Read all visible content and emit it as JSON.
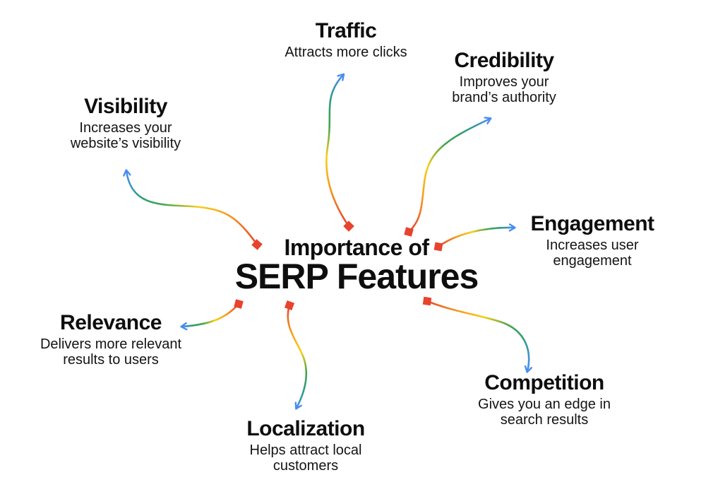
{
  "center": {
    "title_line1": "Importance of",
    "title_line2": "SERP Features"
  },
  "nodes": [
    {
      "id": "traffic",
      "title": "Traffic",
      "subtitle": "Attracts more clicks"
    },
    {
      "id": "credibility",
      "title": "Credibility",
      "subtitle": "Improves your\nbrand’s authority"
    },
    {
      "id": "visibility",
      "title": "Visibility",
      "subtitle": "Increases your\nwebsite’s visibility"
    },
    {
      "id": "engagement",
      "title": "Engagement",
      "subtitle": "Increases user\nengagement"
    },
    {
      "id": "relevance",
      "title": "Relevance",
      "subtitle": "Delivers more relevant\nresults to users"
    },
    {
      "id": "competition",
      "title": "Competition",
      "subtitle": "Gives you an edge in\nsearch results"
    },
    {
      "id": "localization",
      "title": "Localization",
      "subtitle": "Helps attract local\ncustomers"
    }
  ],
  "arrows": [
    {
      "from": "center",
      "to": "visibility"
    },
    {
      "from": "center",
      "to": "traffic"
    },
    {
      "from": "center",
      "to": "credibility"
    },
    {
      "from": "center",
      "to": "engagement"
    },
    {
      "from": "center",
      "to": "relevance"
    },
    {
      "from": "center",
      "to": "localization"
    },
    {
      "from": "center",
      "to": "competition"
    }
  ],
  "colors": {
    "background": "#ffffff",
    "text": "#0e0e0e",
    "marker_red": "#e8432d",
    "arrowhead_blue": "#4a8cf5",
    "arrow_gradient": [
      "#e8432d",
      "#f59d1f",
      "#f8cf1c",
      "#47a64d",
      "#2f9e77",
      "#4a8cf5"
    ]
  }
}
